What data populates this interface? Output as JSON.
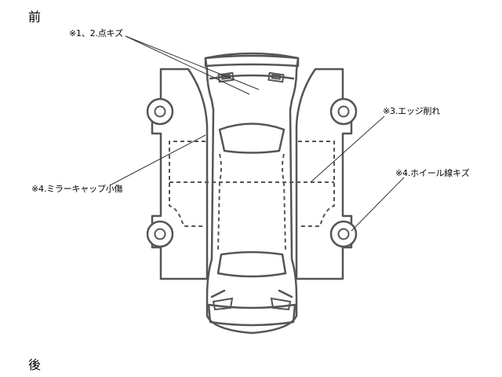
{
  "front_label": "前",
  "rear_label": "後",
  "notes": {
    "scratch": "※1、2.点キズ",
    "edge": "※3.エッジ削れ",
    "mirror": "※4.ミラーキャップ小傷",
    "wheel": "※4.ホイール線キズ"
  },
  "colors": {
    "line": "#555555",
    "leader": "#333333",
    "background": "#ffffff"
  }
}
